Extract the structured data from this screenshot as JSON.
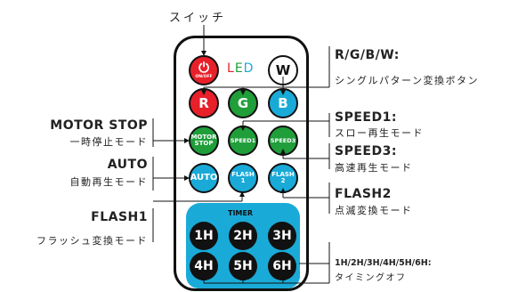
{
  "title": "スイッチ",
  "remote": {
    "power_label": "ON/OFF",
    "led_letters": [
      "L",
      "E",
      "D"
    ],
    "colors": {
      "red": "#e8202a",
      "green": "#1f9e3a",
      "blue": "#1aaad8",
      "black": "#111111"
    },
    "buttons": {
      "w": "W",
      "r": "R",
      "g": "G",
      "b": "B",
      "motor_stop": [
        "MOTOR",
        "STOP"
      ],
      "speed1": "SPEED1",
      "speed3": "SPEED3",
      "auto": "AUTO",
      "flash1": [
        "FLASH",
        "1"
      ],
      "flash2": [
        "FLASH",
        "2"
      ]
    },
    "timer": {
      "label": "TIMER",
      "buttons": [
        "1H",
        "2H",
        "3H",
        "4H",
        "5H",
        "6H"
      ]
    }
  },
  "labels": {
    "rgbw": {
      "heading": "R/G/B/W:",
      "desc": "シングルパターン変換ボタン"
    },
    "speed1": {
      "heading": "SPEED1:",
      "desc": "スロー再生モード"
    },
    "speed3": {
      "heading": "SPEED3:",
      "desc": "高速再生モード"
    },
    "flash2": {
      "heading": "FLASH2",
      "desc": "点滅変換モード"
    },
    "motor_stop": {
      "heading": "MOTOR STOP",
      "desc": "一時停止モード"
    },
    "auto": {
      "heading": "AUTO",
      "desc": "自動再生モード"
    },
    "flash1": {
      "heading": "FLASH1",
      "desc": "フラッシュ変換モード"
    },
    "timer": {
      "heading": "1H/2H/3H/4H/5H/6H:",
      "desc": "タイミングオフ"
    }
  }
}
